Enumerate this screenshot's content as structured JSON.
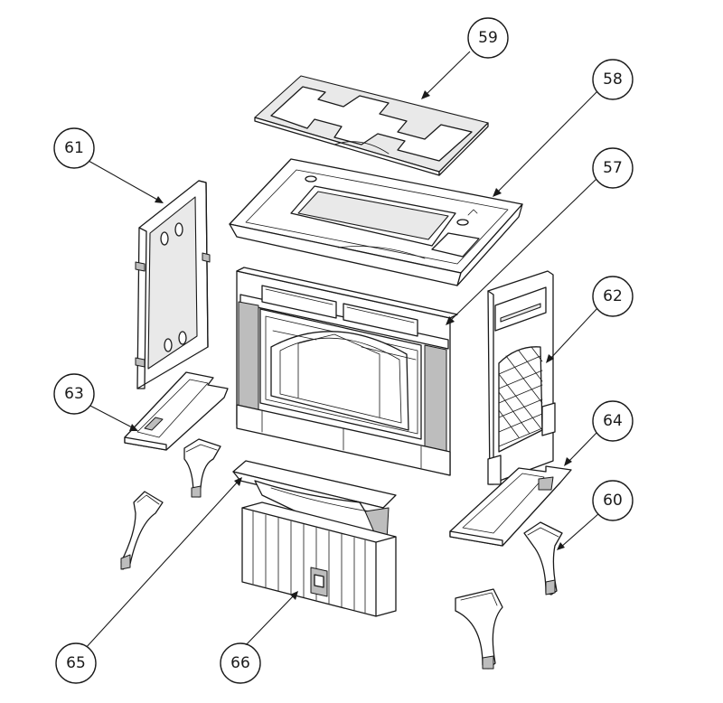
{
  "callouts": [
    {
      "id": "57",
      "label": "57"
    },
    {
      "id": "58",
      "label": "58"
    },
    {
      "id": "59",
      "label": "59"
    },
    {
      "id": "60",
      "label": "60"
    },
    {
      "id": "61",
      "label": "61"
    },
    {
      "id": "62",
      "label": "62"
    },
    {
      "id": "63",
      "label": "63"
    },
    {
      "id": "64",
      "label": "64"
    },
    {
      "id": "65",
      "label": "65"
    },
    {
      "id": "66",
      "label": "66"
    }
  ]
}
